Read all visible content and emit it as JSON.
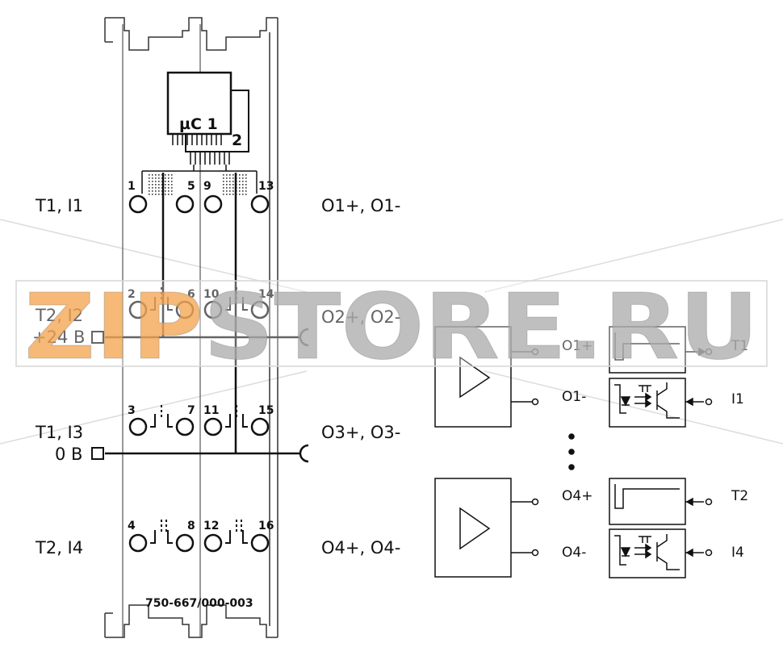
{
  "module": {
    "chip_label": "µC 1",
    "chip2_label": "2",
    "part_number": "750-667/000-003",
    "row_labels_left": [
      "T1, I1",
      "T2, I2",
      "+24 B",
      "T1, I3",
      "0 B",
      "T2, I4"
    ],
    "row_labels_right": [
      "O1+, O1-",
      "O2+, O2-",
      "O3+, O3-",
      "O4+, O4-"
    ],
    "terminal_numbers": [
      "1",
      "5",
      "9",
      "13",
      "2",
      "6",
      "10",
      "14",
      "3",
      "7",
      "11",
      "15",
      "4",
      "8",
      "12",
      "16"
    ]
  },
  "circuit": {
    "labels": [
      "O1+",
      "O1-",
      "O4+",
      "O4-",
      "T1",
      "I1",
      "T2",
      "I4"
    ]
  },
  "watermark": {
    "text": "ZIPSTORE.RU",
    "colors": {
      "orange": "#f3a24a",
      "gray": "#a9a9a9"
    }
  }
}
